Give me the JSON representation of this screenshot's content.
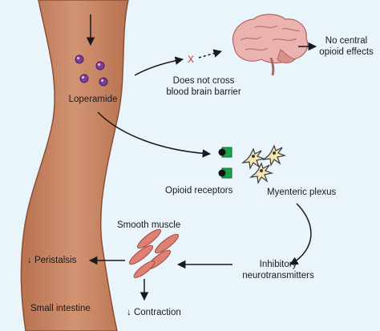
{
  "labels": {
    "loperamide": "Loperamide",
    "bbb_line1": "Does not cross",
    "bbb_line2": "blood brain barrier",
    "cns_line1": "No central",
    "cns_line2": "opioid effects",
    "opioid_receptors": "Opioid receptors",
    "myenteric_plexus": "Myenteric plexus",
    "smooth_muscle": "Smooth muscle",
    "inhibitory_line1": "Inhibitory",
    "inhibitory_line2": "neurotransmitters",
    "peristalsis": "↓ Peristalsis",
    "contraction": "↓ Contraction",
    "small_intestine": "Small intestine",
    "blocked_mark": "X"
  },
  "colors": {
    "background": "#eaf4fb",
    "intestine_fill": "#c98a66",
    "intestine_edge": "#8a4f33",
    "molecule": "#7b3f98",
    "receptor_green": "#1aa34a",
    "muscle": "#e07f73",
    "blocked_x": "#c0392b"
  },
  "icons": [
    "brain-icon",
    "neuron-icon",
    "opioid-receptor-icon",
    "smooth-muscle-icon",
    "loperamide-molecule-icon"
  ]
}
